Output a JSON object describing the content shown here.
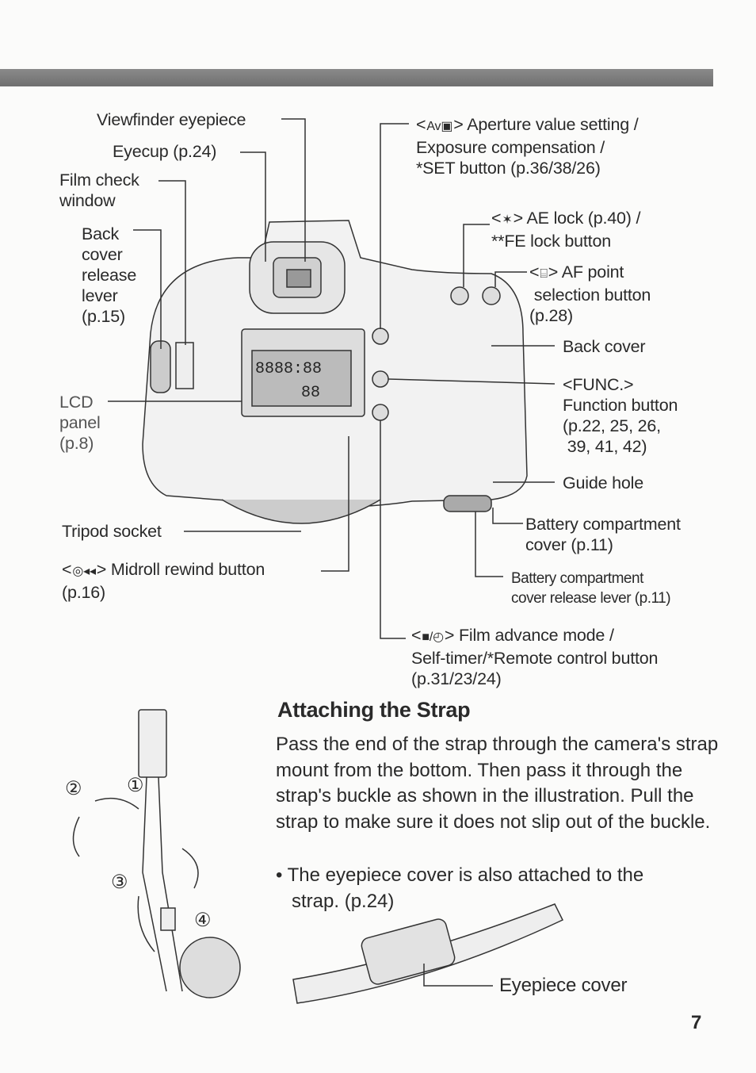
{
  "labels": {
    "viewfinder_eyepiece": "Viewfinder eyepiece",
    "eyecup": "Eyecup (p.24)",
    "film_check_window": "Film check\nwindow",
    "back_cover_release_lever": "Back\ncover\nrelease\nlever\n(p.15)",
    "lcd_panel": "LCD\npanel\n(p.8)",
    "tripod_socket": "Tripod socket",
    "midroll_rewind_button": "> Midroll rewind button\n(p.16)",
    "av_button": "> Aperture value setting /\nExposure compensation /\n*SET button (p.36/38/26)",
    "ae_lock": "> AE lock (p.40) /\n**FE lock button",
    "af_point": "> AF point\n selection button\n(p.28)",
    "back_cover": "Back cover",
    "func_button": "<FUNC.>\nFunction button\n(p.22, 25, 26,\n 39, 41, 42)",
    "guide_hole": "Guide hole",
    "battery_cover": "Battery compartment\ncover (p.11)",
    "battery_release": "Battery compartment\ncover release lever (p.11)",
    "film_advance": "> Film advance mode /\nSelf-timer/*Remote control button\n(p.31/23/24)",
    "eyepiece_cover": "Eyepiece cover"
  },
  "icons": {
    "av": "Av▣",
    "ae": "✶",
    "af": "⌸",
    "rewind": "◎◂◂",
    "drive": "■/◴"
  },
  "section": {
    "title": "Attaching the Strap",
    "body": "Pass the end of the strap through the camera's strap mount from the bottom. Then pass it through the strap's buckle as shown in the illustration. Pull the strap to make sure it does not slip out of the buckle.",
    "bullet": "• The eyepiece cover is also attached to the\n   strap. (p.24)"
  },
  "strap_steps": [
    "①",
    "②",
    "③",
    "④"
  ],
  "page_number": "7"
}
